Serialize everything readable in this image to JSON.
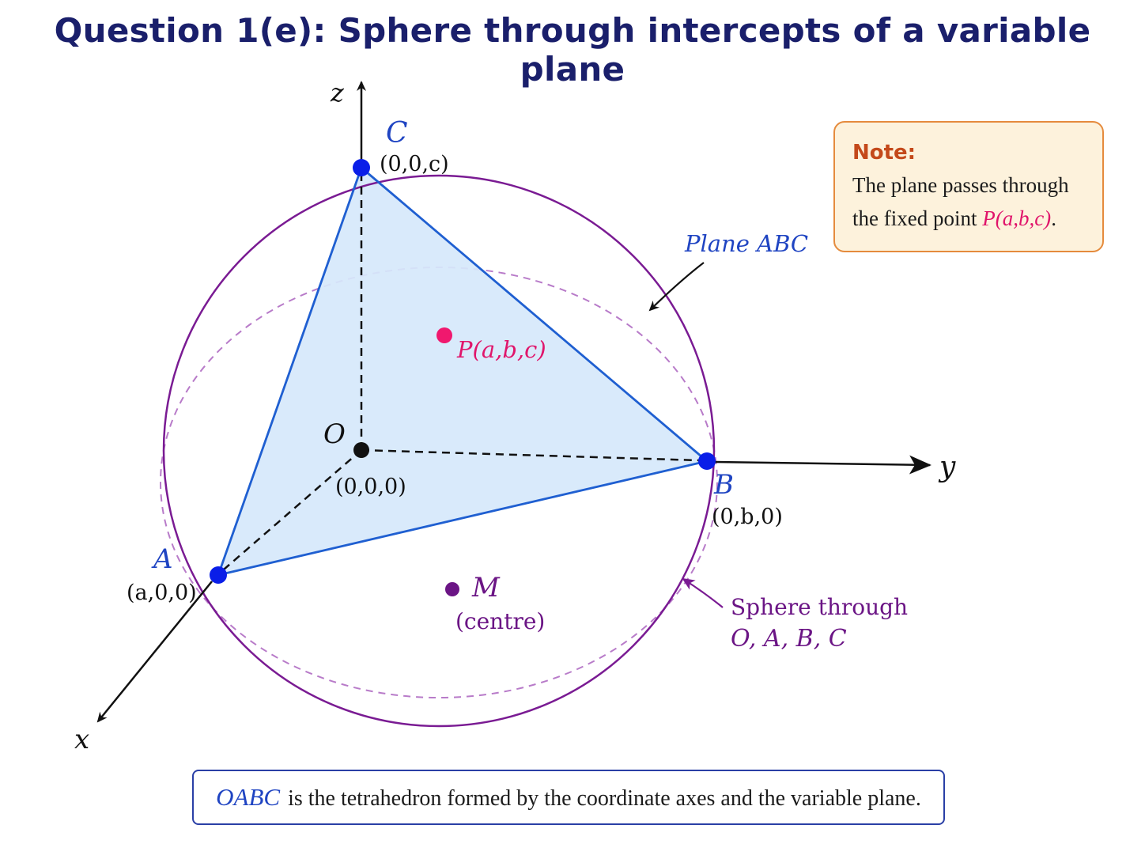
{
  "title": "Question 1(e): Sphere through intercepts of a variable plane",
  "axes": {
    "x": "x",
    "y": "y",
    "z": "z"
  },
  "points": {
    "O": {
      "label": "O",
      "coord": "(0,0,0)"
    },
    "A": {
      "label": "A",
      "coord": "(a,0,0)"
    },
    "B": {
      "label": "B",
      "coord": "(0,b,0)"
    },
    "C": {
      "label": "C",
      "coord": "(0,0,c)"
    },
    "P": {
      "label": "P(a,b,c)"
    },
    "M": {
      "label": "M",
      "sublabel": "(centre)"
    }
  },
  "annotations": {
    "plane": "Plane ABC",
    "sphere_line1": "Sphere through",
    "sphere_line2": "O, A, B, C"
  },
  "note": {
    "heading": "Note:",
    "line1": "The plane passes through",
    "line2_prefix": "the fixed point ",
    "line2_point": "P(a,b,c)",
    "line2_suffix": "."
  },
  "caption": {
    "lead": "OABC",
    "text": "is the tetrahedron formed by the coordinate axes and the variable plane."
  },
  "colors": {
    "title": "#1a1f6b",
    "plane_fill": "#d6e8fb",
    "plane_edge": "#1f5fd1",
    "point_blue": "#0a1ee8",
    "sphere": "#7a1b93",
    "fixed_point": "#f0186e",
    "note_border": "#e58b3d",
    "note_bg": "#fdf2dc",
    "caption_border": "#2a3fa6"
  }
}
